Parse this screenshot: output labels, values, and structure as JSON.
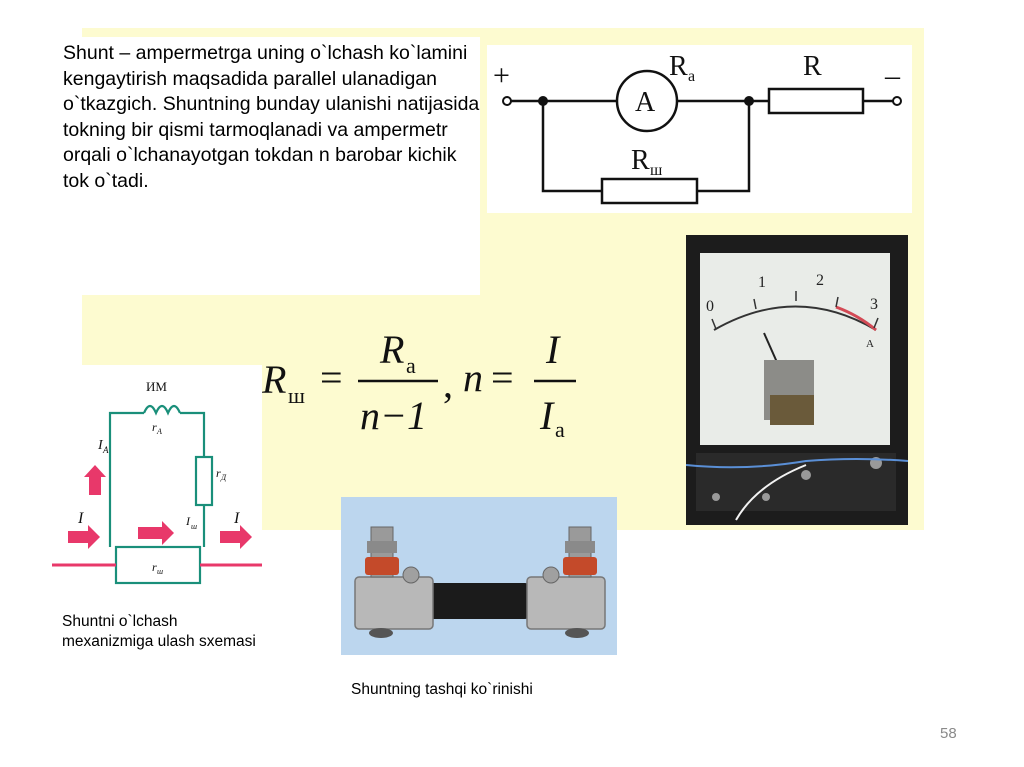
{
  "slide": {
    "main_text": "Shunt – ampermetrga uning o`lchash ko`lamini kengaytirish maqsadida parallel ulanadigan o`tkazgich. Shuntning bunday ulanishi natijasida tokning bir qismi tarmoqlanadi va ampermetr orqali o`lchanayotgan tokdan n barobar kichik tok o`tadi.",
    "scheme_caption": "Shuntni o`lchash mexanizmiga ulash sxemasi",
    "photo_caption": "Shuntning tashqi ko`rinishi",
    "page_number": "58"
  },
  "circuit": {
    "plus": "+",
    "minus": "–",
    "ammeter": "A",
    "ra_label": "R",
    "ra_sub": "а",
    "r_label": "R",
    "rsh_label": "R",
    "rsh_sub": "ш"
  },
  "formula": {
    "rsh": "R",
    "rsh_sub": "ш",
    "eq": "=",
    "num": "R",
    "num_sub": "а",
    "den": "n−1",
    "comma": ",",
    "n": "n",
    "eq2": "=",
    "i_num": "I",
    "i_den": "I",
    "i_den_sub": "а"
  },
  "meter": {
    "scale": [
      "0",
      "1",
      "2",
      "3"
    ],
    "unit": "A"
  },
  "scheme": {
    "im": "ИМ",
    "ra_small": "r",
    "ra_sub": "А",
    "ra_vert": "r",
    "ra_vert_sub": "Д",
    "ia": "I",
    "ia_sub": "А",
    "ish": "I",
    "ish_sub": "ш",
    "i_in": "I",
    "i_out": "I",
    "rsh": "r",
    "rsh_sub": "ш"
  },
  "colors": {
    "background_panel": "#fdfbd0",
    "arrow": "#e8386a",
    "wire": "#1a8f7a"
  }
}
